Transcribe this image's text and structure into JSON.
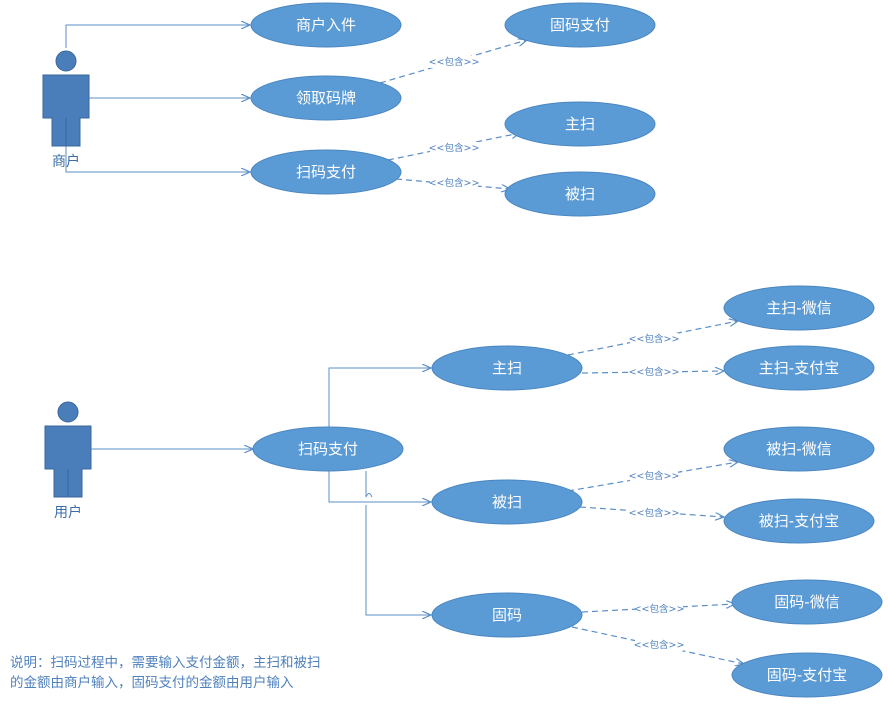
{
  "actors": {
    "merchant": "商户",
    "user": "用户"
  },
  "use_cases": {
    "merchant_onboarding": "商户入件",
    "get_code_plate": "领取码牌",
    "scan_pay_top": "扫码支付",
    "fixed_code_pay_top": "固码支付",
    "active_scan_top": "主扫",
    "passive_scan_top": "被扫",
    "scan_pay": "扫码支付",
    "active_scan": "主扫",
    "passive_scan": "被扫",
    "fixed_code": "固码",
    "active_wechat": "主扫-微信",
    "active_alipay": "主扫-支付宝",
    "passive_wechat": "被扫-微信",
    "passive_alipay": "被扫-支付宝",
    "fixed_wechat": "固码-微信",
    "fixed_alipay": "固码-支付宝"
  },
  "include_label": "<<包含>>",
  "note": {
    "line1": "说明：扫码过程中，需要输入支付金额，主扫和被扫",
    "line2": "的金额由商户输入，固码支付的金额由用户输入"
  },
  "colors": {
    "usecase_fill": "#5b9bd5",
    "actor_fill": "#4a7ebb",
    "line": "#5b8fc7",
    "text": "#4f81bd"
  }
}
